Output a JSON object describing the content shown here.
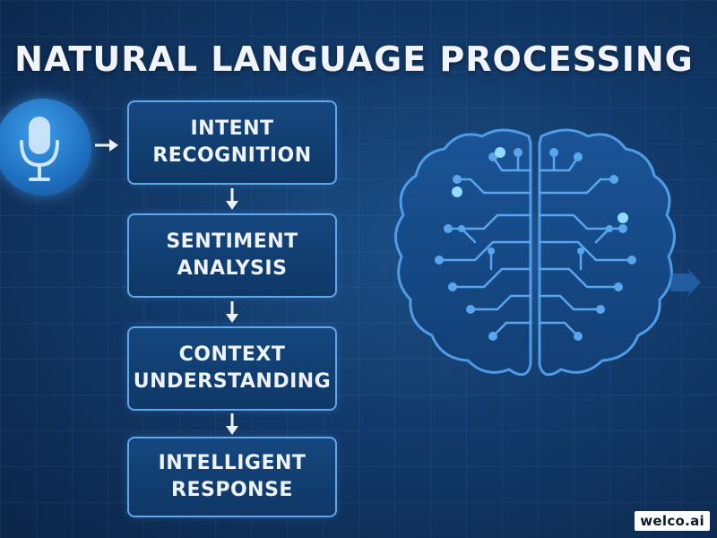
{
  "title": "NATURAL LANGUAGE PROCESSING",
  "steps": [
    {
      "label": "INTENT\nRECOGNITION"
    },
    {
      "label": "SENTIMENT\nANALYSIS"
    },
    {
      "label": "CONTEXT\nUNDERSTANDING"
    },
    {
      "label": "INTELLIGENT\nRESPONSE"
    }
  ],
  "icons": {
    "input": "microphone-icon",
    "model": "brain-circuit-icon",
    "flow_right": "arrow-right-icon",
    "flow_down": "arrow-down-icon"
  },
  "logo": {
    "text": "welco.ai"
  },
  "colors": {
    "background": "#123a6a",
    "box_border": "#5fa8ec",
    "brain_stroke": "#4f9be6",
    "node_glow": "#6cc8ff",
    "text": "#eef3fa"
  }
}
